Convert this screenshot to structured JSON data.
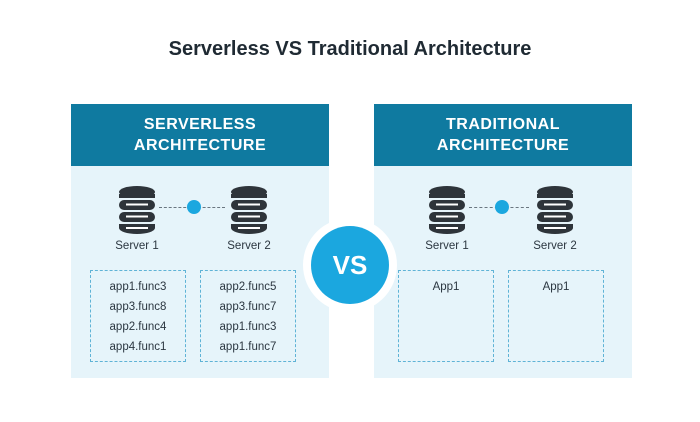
{
  "title": "Serverless VS Traditional Architecture",
  "vs_label": "VS",
  "colors": {
    "header": "#0f7aa0",
    "panel_bg": "#e6f4fa",
    "accent": "#1ba7df",
    "db_icon": "#2e343a"
  },
  "serverless": {
    "header_line1": "SERVERLESS",
    "header_line2": "ARCHITECTURE",
    "server1": "Server 1",
    "server2": "Server 2",
    "box1": [
      "app1.func3",
      "app3.func8",
      "app2.func4",
      "app4.func1"
    ],
    "box2": [
      "app2.func5",
      "app3.func7",
      "app1.func3",
      "app1.func7"
    ]
  },
  "traditional": {
    "header_line1": "TRADITIONAL",
    "header_line2": "ARCHITECTURE",
    "server1": "Server 1",
    "server2": "Server 2",
    "box1": [
      "App1"
    ],
    "box2": [
      "App1"
    ]
  }
}
